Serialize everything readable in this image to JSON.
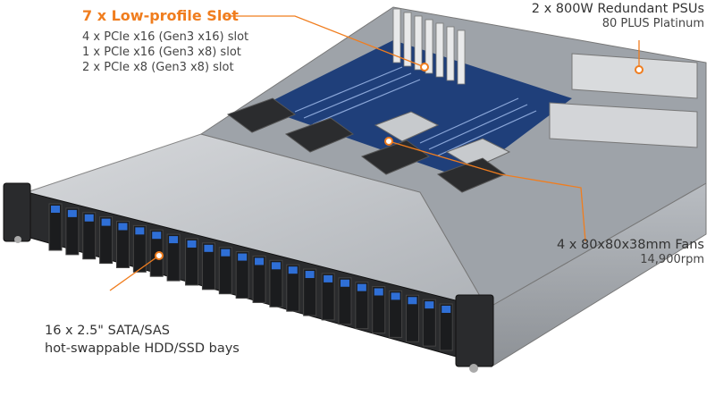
{
  "callouts": {
    "slots": {
      "title": "7 x Low-profile Slot",
      "lines": [
        "4 x PCIe x16 (Gen3 x16) slot",
        "1 x PCIe x16 (Gen3 x8) slot",
        "2 x PCIe x8 (Gen3 x8) slot"
      ]
    },
    "psu": {
      "title": "2 x 800W Redundant PSUs",
      "subtitle": "80 PLUS Platinum"
    },
    "fans": {
      "title": "4 x 80x80x38mm Fans",
      "subtitle": "14,900rpm"
    },
    "bays": {
      "line1": "16 x 2.5\" SATA/SAS",
      "line2": "hot-swappable HDD/SSD bays"
    }
  },
  "colors": {
    "accent": "#f07d1e",
    "chassis": "#c9ccd0",
    "chassis_dark": "#8d9196",
    "bay_black": "#1b1c1e",
    "bay_blue": "#2f6fd6",
    "board_blue": "#1f3f7a"
  },
  "drive_bays": {
    "count": 24
  }
}
